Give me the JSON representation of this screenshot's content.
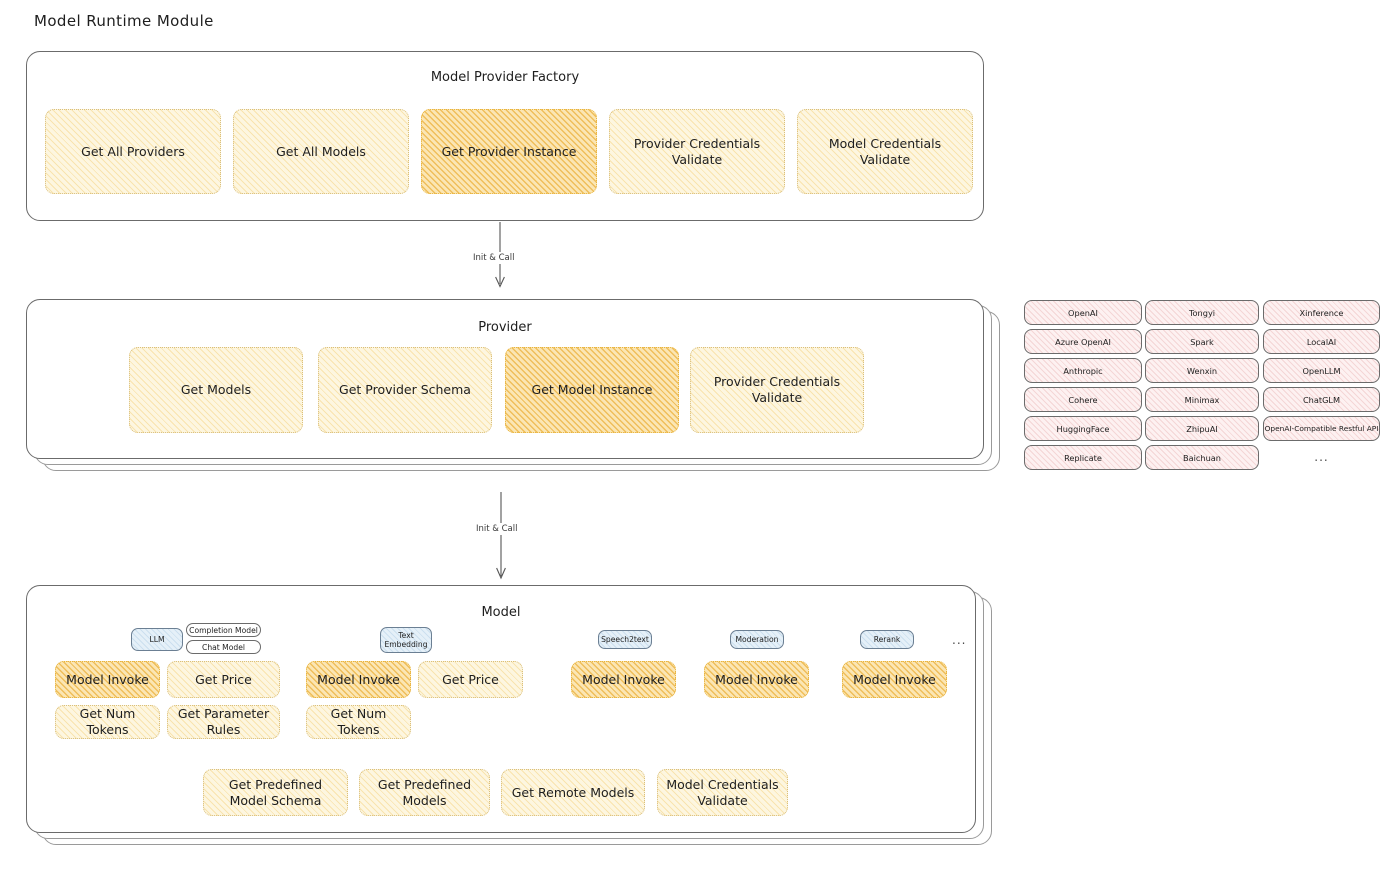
{
  "page": {
    "title": "Model Runtime Module",
    "ellipsis": "..."
  },
  "colors": {
    "fill_light": "#fdf6e0",
    "fill_highlight": "#fbe6b4",
    "stroke_gold": "#d9bf7c",
    "provider_tag_fill": "#fdf1f1",
    "model_tag_fill": "#e5f0f8",
    "panel_stroke": "#6b6b6b",
    "text": "#1e1e1e"
  },
  "factory": {
    "title": "Model Provider Factory",
    "boxes": [
      {
        "label": "Get All Providers",
        "highlight": false
      },
      {
        "label": "Get All Models",
        "highlight": false
      },
      {
        "label": "Get Provider Instance",
        "highlight": true
      },
      {
        "label": "Provider Credentials Validate",
        "highlight": false
      },
      {
        "label": "Model Credentials Validate",
        "highlight": false
      }
    ]
  },
  "arrow_factory_to_provider": {
    "label": "Init & Call"
  },
  "provider": {
    "title": "Provider",
    "boxes": [
      {
        "label": "Get Models",
        "highlight": false
      },
      {
        "label": "Get Provider Schema",
        "highlight": false
      },
      {
        "label": "Get Model Instance",
        "highlight": true
      },
      {
        "label": "Provider Credentials Validate",
        "highlight": false
      }
    ]
  },
  "arrow_provider_to_model": {
    "label": "Init & Call"
  },
  "provider_list": {
    "columns": [
      {
        "tags": [
          "OpenAI",
          "Azure OpenAI",
          "Anthropic",
          "Cohere",
          "HuggingFace",
          "Replicate"
        ]
      },
      {
        "tags": [
          "Tongyi",
          "Spark",
          "Wenxin",
          "Minimax",
          "ZhipuAI",
          "Baichuan"
        ]
      },
      {
        "tags": [
          "Xinference",
          "LocalAI",
          "OpenLLM",
          "ChatGLM",
          "OpenAI-Compatible Restful API"
        ]
      }
    ],
    "more": "..."
  },
  "model": {
    "title": "Model",
    "more": "...",
    "types": [
      {
        "tag": "LLM",
        "subtags": [
          "Completion Model",
          "Chat Model"
        ],
        "methods": [
          {
            "label": "Model Invoke",
            "highlight": true
          },
          {
            "label": "Get Price",
            "highlight": false
          },
          {
            "label": "Get Num Tokens",
            "highlight": false
          },
          {
            "label": "Get Parameter Rules",
            "highlight": false
          }
        ]
      },
      {
        "tag": "Text\nEmbedding",
        "subtags": [],
        "methods": [
          {
            "label": "Model Invoke",
            "highlight": true
          },
          {
            "label": "Get Price",
            "highlight": false
          },
          {
            "label": "Get Num Tokens",
            "highlight": false
          }
        ]
      },
      {
        "tag": "Speech2text",
        "subtags": [],
        "methods": [
          {
            "label": "Model Invoke",
            "highlight": true
          }
        ]
      },
      {
        "tag": "Moderation",
        "subtags": [],
        "methods": [
          {
            "label": "Model Invoke",
            "highlight": true
          }
        ]
      },
      {
        "tag": "Rerank",
        "subtags": [],
        "methods": [
          {
            "label": "Model Invoke",
            "highlight": true
          }
        ]
      }
    ],
    "common_methods": [
      {
        "label": "Get Predefined Model Schema"
      },
      {
        "label": "Get Predefined Models"
      },
      {
        "label": "Get Remote Models"
      },
      {
        "label": "Model Credentials Validate"
      }
    ]
  }
}
